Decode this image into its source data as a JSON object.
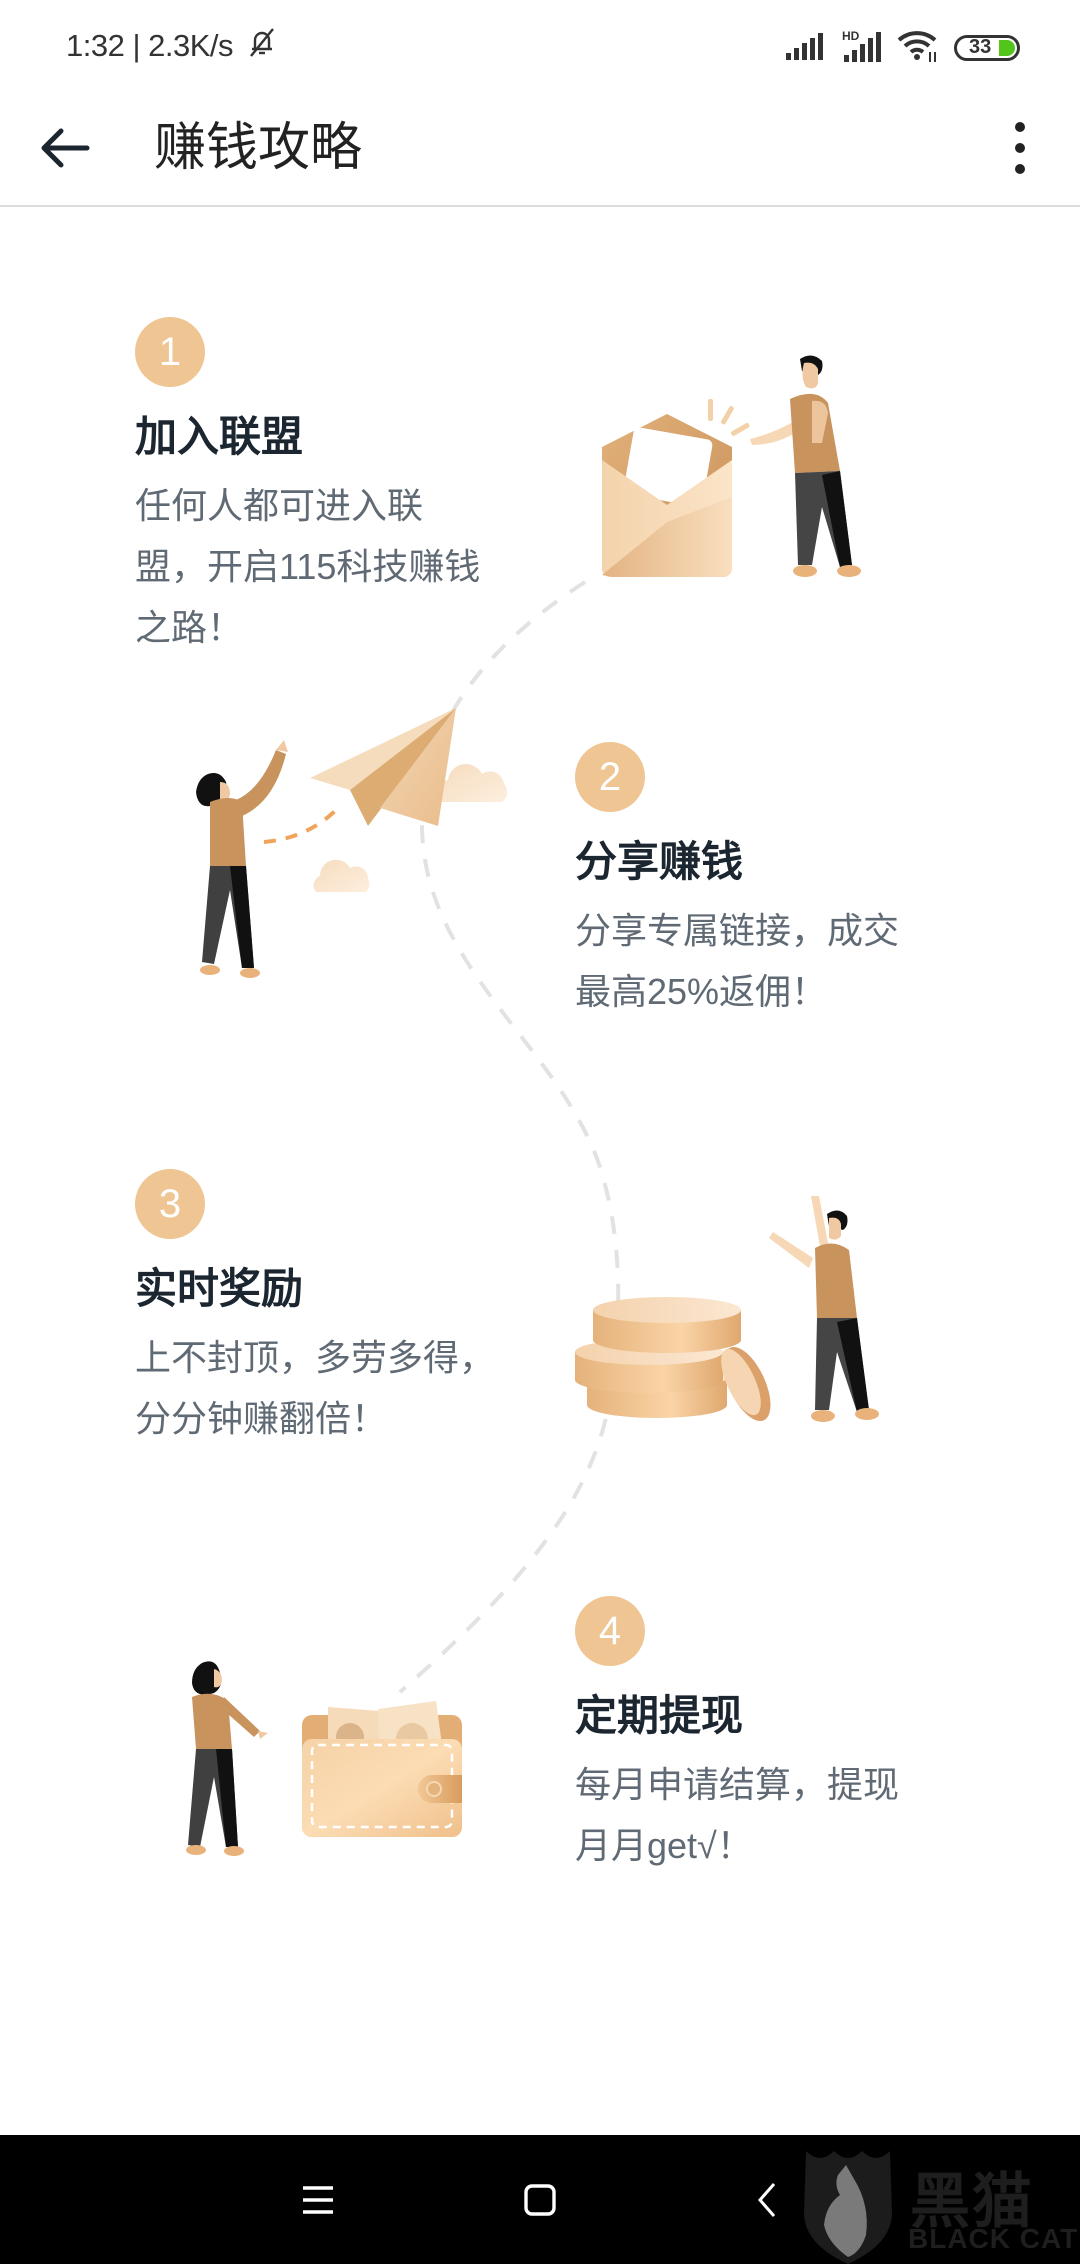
{
  "status_bar": {
    "time": "1:32",
    "separator": "|",
    "network_speed": "2.3K/s",
    "icons": [
      "mute-bell-icon",
      "signal-icon",
      "hd-signal-icon",
      "wifi-icon",
      "battery-icon"
    ],
    "hd_label": "HD",
    "battery_level": "33",
    "battery_color": "#52c41a"
  },
  "app_bar": {
    "back_icon": "arrow-left-icon",
    "title": "赚钱攻略",
    "more_icon": "more-vertical-icon"
  },
  "accent_color": "#efc594",
  "steps": [
    {
      "number": "1",
      "title": "加入联盟",
      "desc_lines": [
        "任何人都可进入联",
        "盟，开启115科技赚钱",
        "之路！"
      ],
      "illustration": "envelope-person-illustration"
    },
    {
      "number": "2",
      "title": "分享赚钱",
      "desc_lines": [
        "分享专属链接，成交",
        "最高25%返佣！"
      ],
      "illustration": "paper-plane-illustration"
    },
    {
      "number": "3",
      "title": "实时奖励",
      "desc_lines": [
        "上不封顶，多劳多得，",
        "分分钟赚翻倍！"
      ],
      "illustration": "coins-illustration"
    },
    {
      "number": "4",
      "title": "定期提现",
      "desc_lines": [
        "每月申请结算，提现",
        "月月get√！"
      ],
      "illustration": "wallet-illustration"
    }
  ],
  "nav_bar": {
    "menu_icon": "menu-icon",
    "home_icon": "home-square-icon",
    "back_icon": "back-chevron-icon"
  },
  "watermark": {
    "text": "黑猫",
    "subtext": "BLACK CAT"
  }
}
